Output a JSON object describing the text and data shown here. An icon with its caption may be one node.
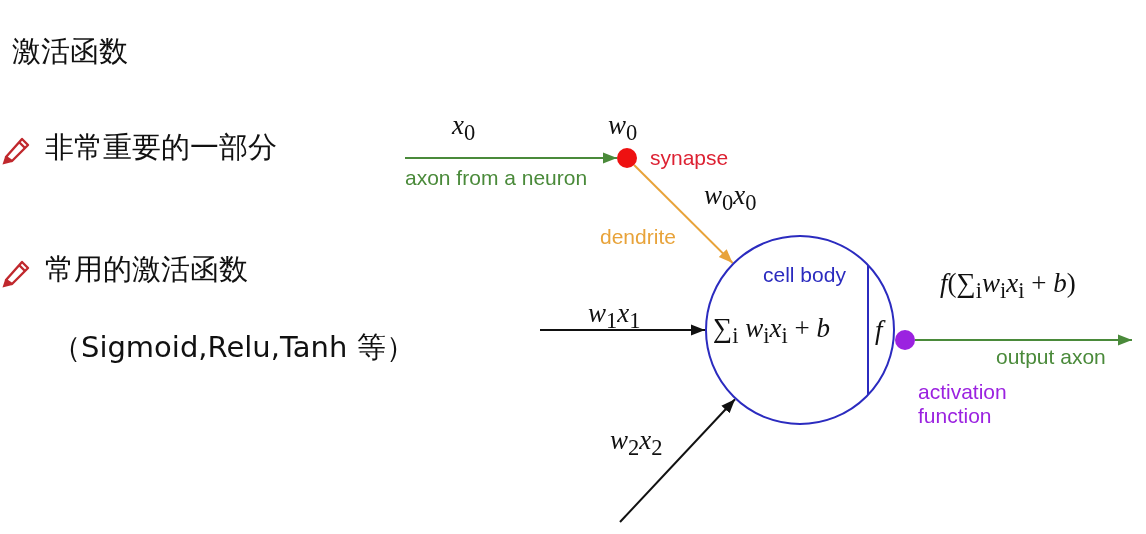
{
  "diagram": {
    "title": "激活函数",
    "nodes": [
      {
        "text": [],
        "shape": "circle",
        "beside": [
          "*w*$_{0}$",
          "synapse"
        ]
      },
      {
        "text": [
          "cell body",
          "∑$_{i}$ *w*$_{i}$*x*$_{i}$ + *b*",
          "*f*"
        ]
      },
      {
        "text": [],
        "shape": "circle",
        "beside": [
          "activation function"
        ]
      }
    ],
    "edges": [
      {
        "from": null,
        "to": 0,
        "arrow": "to",
        "label": "axon from a neuron",
        "color": "#4a8a3a"
      },
      {
        "from": 0,
        "to": 1,
        "arrow": "to",
        "label": "dendrite",
        "color": "#e8a33a"
      },
      {
        "from": null,
        "to": 1,
        "arrow": "to",
        "label": "*w*$_{1}$*x*$_{1}$",
        "color": "#111111"
      },
      {
        "from": null,
        "to": 1,
        "arrow": "to",
        "label": "*w*$_{2}$*x*$_{2}$",
        "color": "#111111"
      },
      {
        "from": 2,
        "to": null,
        "arrow": "to",
        "label": "output axon",
        "color": "#4a8a3a"
      }
    ],
    "labels": [
      "非常重要的一部分",
      "常用的激活函数",
      "（Sigmoid,Relu,Tanh 等）",
      "*x*$_{0}$",
      "*w*$_{0}$*x*$_{0}$",
      "*f*(∑$_{i}$*w*$_{i}$*x*$_{i}$ + *b*)"
    ]
  }
}
